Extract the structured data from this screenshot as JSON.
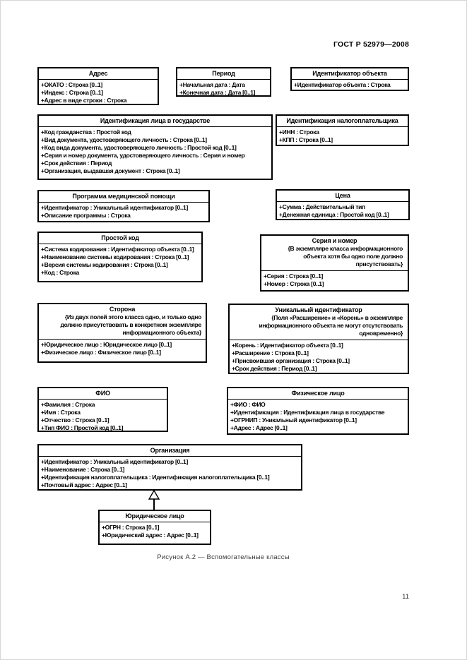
{
  "page": {
    "doc_code": "ГОСТ Р 52979—2008",
    "caption": "Рисунок А.2 — Вспомогательные классы",
    "page_number": "11"
  },
  "diagram": {
    "classes": [
      {
        "id": "adres",
        "name": "Адрес",
        "attributes": [
          "+ОКАТО : Строка [0..1]",
          "+Индекс : Строка [0..1]",
          "+Адрес в виде строки : Строка"
        ]
      },
      {
        "id": "period",
        "name": "Период",
        "attributes": [
          "+Начальная дата : Дата",
          "+Конечная дата : Дата [0..1]"
        ]
      },
      {
        "id": "object-id",
        "name": "Идентификатор объекта",
        "attributes": [
          "+Идентификатор объекта : Строка"
        ]
      },
      {
        "id": "person-state",
        "name": "Идентификация лица в государстве",
        "attributes": [
          "+Код гражданства : Простой код",
          "+Вид документа, удостоверяющего личность : Строка [0..1]",
          "+Код вида документа, удостоверяющего личность : Простой код [0..1]",
          "+Серия и номер документа, удостоверяющего личность : Серия и номер",
          "+Срок действия : Период",
          "+Организация, выдавшая документ : Строка [0..1]"
        ]
      },
      {
        "id": "taxpayer",
        "name": "Идентификация налогоплательщика",
        "attributes": [
          "+ИНН : Строка",
          "+КПП : Строка [0..1]"
        ]
      },
      {
        "id": "med-program",
        "name": "Программа медицинской помощи",
        "attributes": [
          "+Идентификатор : Уникальный идентификатор [0..1]",
          "+Описание программы : Строка"
        ]
      },
      {
        "id": "price",
        "name": "Цена",
        "attributes": [
          "+Сумма : Действительный тип",
          "+Денежная единица : Простой код [0..1]"
        ]
      },
      {
        "id": "simple-code",
        "name": "Простой код",
        "attributes": [
          "+Система кодирования : Идентификатор объекта [0..1]",
          "+Наименование системы кодирования : Строка [0..1]",
          "+Версия системы кодирования : Строка [0..1]",
          "+Код : Строка"
        ]
      },
      {
        "id": "series-number",
        "name": "Серия и номер",
        "constraint": "{В экземпляре класса информационного объекта хотя бы одно поле должно присутствовать}",
        "attributes": [
          "+Серия : Строка [0..1]",
          "+Номер : Строка [0..1]"
        ]
      },
      {
        "id": "storona",
        "name": "Сторона",
        "constraint": "{Из двух полей этого класса одно, и только одно должно присутствовать в конкретном экземпляре информационного объекта}",
        "attributes": [
          "+Юридическое лицо : Юридическое лицо [0..1]",
          "+Физическое лицо : Физическое лицо [0..1]"
        ]
      },
      {
        "id": "unique-id",
        "name": "Уникальный идентификатор",
        "constraint": "{Поля «Расширение» и «Корень» в экземпляре информационного объекта не могут отсутствовать одновременно}",
        "attributes": [
          "+Корень : Идентификатор объекта [0..1]",
          "+Расширение : Строка [0..1]",
          "+Присвоившая организация : Строка [0..1]",
          "+Срок действия : Период [0..1]"
        ]
      },
      {
        "id": "fio",
        "name": "ФИО",
        "attributes": [
          "+Фамилия : Строка",
          "+Имя : Строка",
          "+Отчество : Строка [0..1]",
          "+Тип ФИО : Простой код [0..1]"
        ]
      },
      {
        "id": "individual",
        "name": "Физическое лицо",
        "attributes": [
          "+ФИО : ФИО",
          "+Идентификация : Идентификация лица в государстве",
          "+ОГРНИП : Уникальный идентификатор [0..1]",
          "+Адрес : Адрес [0..1]"
        ]
      },
      {
        "id": "organization",
        "name": "Организация",
        "attributes": [
          "+Идентификатор : Уникальный идентификатор [0..1]",
          "+Наименование : Строка [0..1]",
          "+Идентификация налогоплательщика : Идентификация налогоплательщика [0..1]",
          "+Почтовый адрес : Адрес [0..1]"
        ]
      },
      {
        "id": "juridical",
        "name": "Юридическое лицо",
        "attributes": [
          "+ОГРН : Строка [0..1]",
          "+Юридический адрес : Адрес [0..1]"
        ]
      }
    ],
    "relations": [
      {
        "type": "generalization",
        "from": "Юридическое лицо",
        "to": "Организация"
      }
    ]
  }
}
